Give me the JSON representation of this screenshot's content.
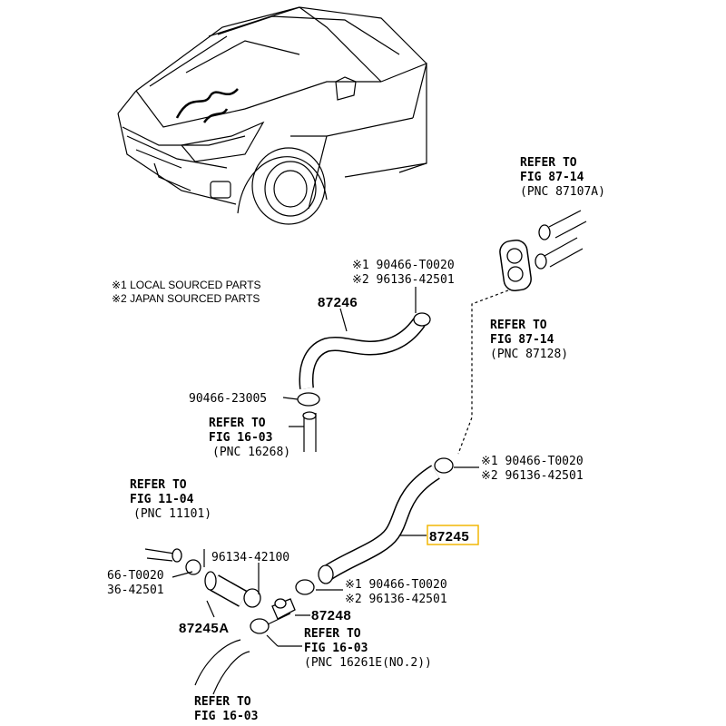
{
  "legend": {
    "line1": "※1 LOCAL SOURCED PARTS",
    "line2": "※2 JAPAN SOURCED PARTS"
  },
  "labels": {
    "ref_top_right": {
      "l1": "REFER TO",
      "l2": "FIG 87-14",
      "l3": "(PNC 87107A)"
    },
    "ref_mid_right": {
      "l1": "REFER TO",
      "l2": "FIG 87-14",
      "l3": "(PNC 87128)"
    },
    "ref_center": {
      "l1": "REFER TO",
      "l2": "FIG 16-03",
      "l3": "(PNC 16268)"
    },
    "ref_left": {
      "l1": "REFER TO",
      "l2": "FIG 11-04",
      "l3": "(PNC 11101)"
    },
    "ref_bottom_mid": {
      "l1": "REFER TO",
      "l2": "FIG 16-03",
      "l3": "(PNC 16261E(NO.2))"
    },
    "ref_bottom_left": {
      "l1": "REFER TO",
      "l2": "FIG 16-03"
    },
    "clamp_upper": {
      "l1": "※1 90466-T0020",
      "l2": "※2 96136-42501"
    },
    "clamp_right": {
      "l1": "※1 90466-T0020",
      "l2": "※2 96136-42501"
    },
    "clamp_lower": {
      "l1": "※1 90466-T0020",
      "l2": "※2 96136-42501"
    },
    "clamp_left": {
      "l1": "66-T0020",
      "l2": "36-42501"
    },
    "part_87246": "87246",
    "part_90466_23005": "90466-23005",
    "part_87245": "87245",
    "part_96134_42100": "96134-42100",
    "part_87248": "87248",
    "part_87245A": "87245A"
  },
  "highlight_color": "#f2b705"
}
